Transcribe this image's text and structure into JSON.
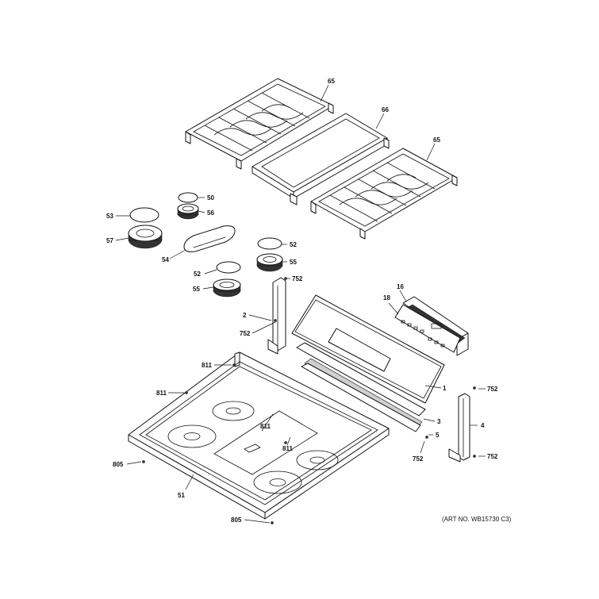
{
  "diagram": {
    "art_number": "(ART NO. WB15730 C3)",
    "callouts": [
      {
        "id": "65a",
        "text": "65"
      },
      {
        "id": "66",
        "text": "66"
      },
      {
        "id": "65b",
        "text": "65"
      },
      {
        "id": "50",
        "text": "50"
      },
      {
        "id": "53",
        "text": "53"
      },
      {
        "id": "56",
        "text": "56"
      },
      {
        "id": "57",
        "text": "57"
      },
      {
        "id": "52a",
        "text": "52"
      },
      {
        "id": "54",
        "text": "54"
      },
      {
        "id": "55a",
        "text": "55"
      },
      {
        "id": "52b",
        "text": "52"
      },
      {
        "id": "55b",
        "text": "55"
      },
      {
        "id": "752a",
        "text": "752"
      },
      {
        "id": "16",
        "text": "16"
      },
      {
        "id": "18",
        "text": "18"
      },
      {
        "id": "2",
        "text": "2"
      },
      {
        "id": "752b",
        "text": "752"
      },
      {
        "id": "811a",
        "text": "811"
      },
      {
        "id": "811b",
        "text": "811"
      },
      {
        "id": "1",
        "text": "1"
      },
      {
        "id": "752c",
        "text": "752"
      },
      {
        "id": "3",
        "text": "3"
      },
      {
        "id": "4",
        "text": "4"
      },
      {
        "id": "5",
        "text": "5"
      },
      {
        "id": "811c",
        "text": "811"
      },
      {
        "id": "811d",
        "text": "811"
      },
      {
        "id": "752d",
        "text": "752"
      },
      {
        "id": "752e",
        "text": "752"
      },
      {
        "id": "805a",
        "text": "805"
      },
      {
        "id": "51",
        "text": "51"
      },
      {
        "id": "805b",
        "text": "805"
      }
    ]
  }
}
